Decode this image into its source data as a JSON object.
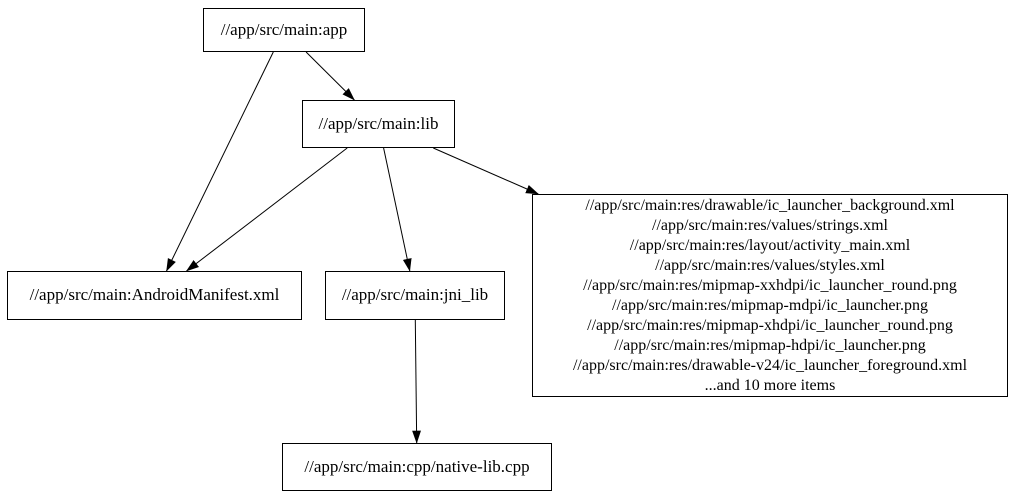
{
  "graph": {
    "background": "#ffffff",
    "node_border_color": "#000000",
    "edge_color": "#000000",
    "text_color": "#000000",
    "nodes": {
      "app": {
        "label": "//app/src/main:app"
      },
      "lib": {
        "label": "//app/src/main:lib"
      },
      "manifest": {
        "label": "//app/src/main:AndroidManifest.xml"
      },
      "jni_lib": {
        "label": "//app/src/main:jni_lib"
      },
      "resources": {
        "label": "//app/src/main:res/drawable/ic_launcher_background.xml\n//app/src/main:res/values/strings.xml\n//app/src/main:res/layout/activity_main.xml\n//app/src/main:res/values/styles.xml\n//app/src/main:res/mipmap-xxhdpi/ic_launcher_round.png\n//app/src/main:res/mipmap-mdpi/ic_launcher.png\n//app/src/main:res/mipmap-xhdpi/ic_launcher_round.png\n//app/src/main:res/mipmap-hdpi/ic_launcher.png\n//app/src/main:res/drawable-v24/ic_launcher_foreground.xml\n...and 10 more items"
      },
      "native_lib": {
        "label": "//app/src/main:cpp/native-lib.cpp"
      }
    },
    "edges": [
      {
        "from": "app",
        "to": "manifest"
      },
      {
        "from": "app",
        "to": "lib"
      },
      {
        "from": "lib",
        "to": "manifest"
      },
      {
        "from": "lib",
        "to": "jni_lib"
      },
      {
        "from": "lib",
        "to": "resources"
      },
      {
        "from": "jni_lib",
        "to": "native_lib"
      }
    ]
  }
}
